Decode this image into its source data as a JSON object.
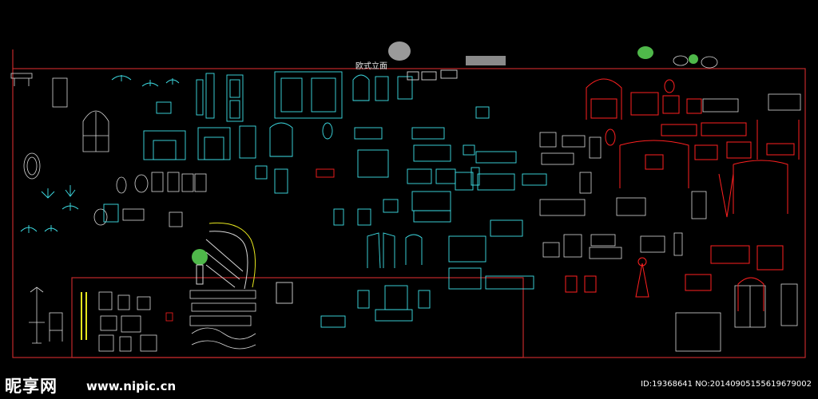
{
  "drawing": {
    "title": "欧式立面",
    "colors": {
      "background": "#000000",
      "frame": "#c0282a",
      "cyan": "#3ee0e8",
      "white": "#d8d8d8",
      "red": "#ff2020",
      "yellow": "#e6e61e",
      "green": "#4fb84a"
    }
  },
  "watermark": {
    "logo": "昵享网",
    "url": "www.nipic.cn",
    "id_text": "ID:19368641 NO:20140905155619679002"
  }
}
